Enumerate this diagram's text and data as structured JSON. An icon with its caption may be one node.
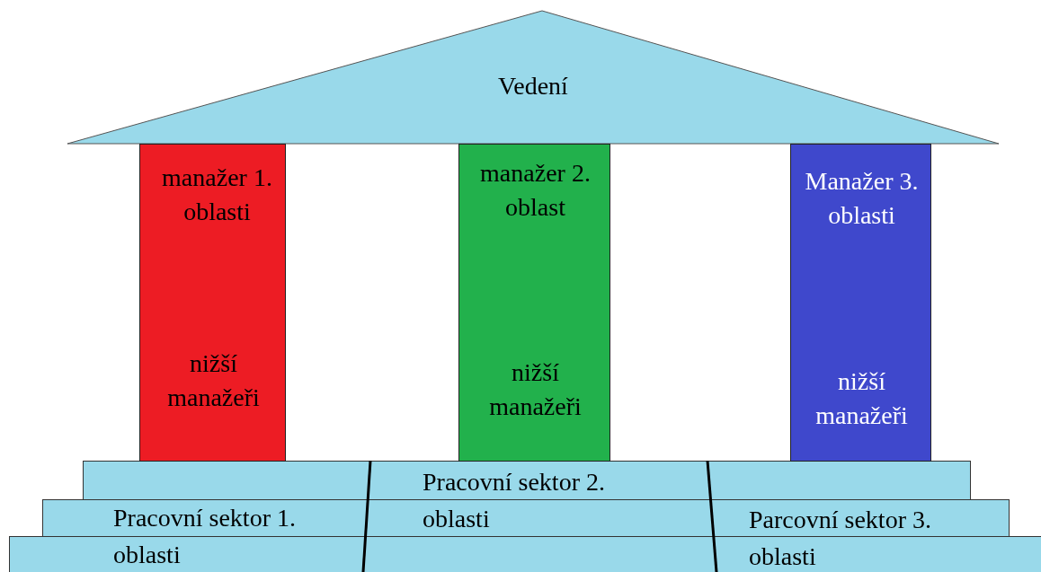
{
  "diagram": {
    "nodes": [
      {
        "text": [
          "Vedení"
        ]
      },
      {
        "text": [
          "manažer 1. oblasti",
          "nižší manažeři"
        ]
      },
      {
        "text": [
          "manažer 2. oblast",
          "nižší manažeři"
        ]
      },
      {
        "text": [
          "Manažer 3. oblasti",
          "nižší manažeři"
        ]
      },
      {
        "text": [],
        "shape": "bar"
      },
      {
        "text": [],
        "shape": "bar"
      },
      {
        "text": [],
        "shape": "bar"
      }
    ],
    "labels": [
      "Pracovní sektor 1. oblasti",
      "Pracovní sektor 2. oblasti",
      "Parcovní sektor 3. oblasti"
    ]
  }
}
